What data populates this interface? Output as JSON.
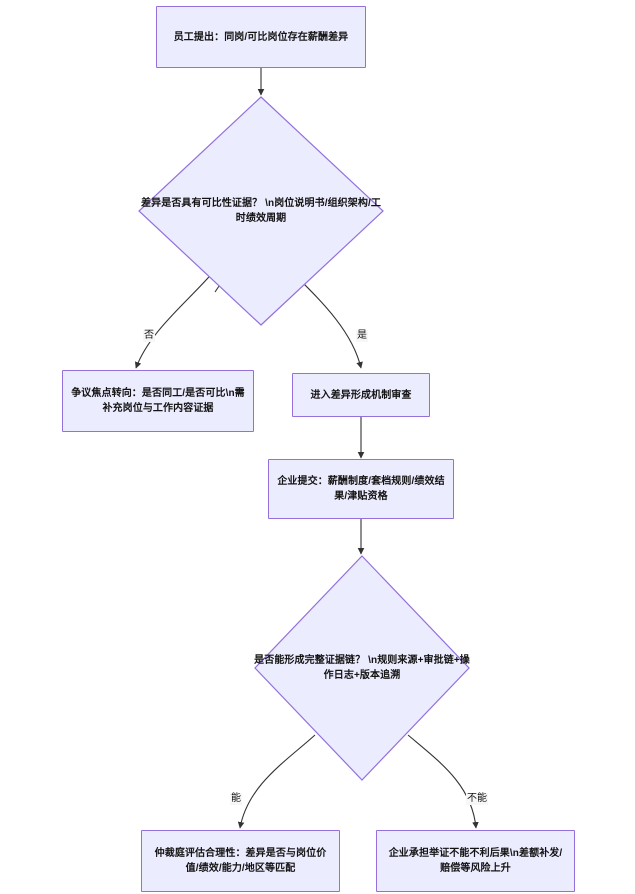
{
  "diagram": {
    "type": "flowchart",
    "direction": "top-down",
    "theme": {
      "node_fill": "#ECECFF",
      "node_border": "#9370DB",
      "edge_color": "#333333",
      "text_color": "#131313",
      "background": "#FFFFFF"
    },
    "nodes": [
      {
        "id": "n1",
        "shape": "rect",
        "label": "员工提出：同岗/可比岗位存在薪酬差异"
      },
      {
        "id": "n2",
        "shape": "diamond",
        "label": "差异是否具有可比性证据？ \\n岗位说明书/组织架构/工时绩效周期"
      },
      {
        "id": "n3",
        "shape": "rect",
        "label": "争议焦点转向：是否同工/是否可比\\n需补充岗位与工作内容证据"
      },
      {
        "id": "n4",
        "shape": "rect",
        "label": "进入差异形成机制审查"
      },
      {
        "id": "n5",
        "shape": "rect",
        "label": "企业提交：薪酬制度/套档规则/绩效结果/津贴资格"
      },
      {
        "id": "n6",
        "shape": "diamond",
        "label": "是否能形成完整证据链？ \\n规则来源+审批链+操作日志+版本追溯"
      },
      {
        "id": "n7",
        "shape": "rect",
        "label": "仲裁庭评估合理性：差异是否与岗位价值/绩效/能力/地区等匹配"
      },
      {
        "id": "n8",
        "shape": "rect",
        "label": "企业承担举证不能不利后果\\n差额补发/赔偿等风险上升"
      }
    ],
    "edges": [
      {
        "id": "e1",
        "from": "n1",
        "to": "n2",
        "label": ""
      },
      {
        "id": "e2",
        "from": "n2",
        "to": "n3",
        "label": "否"
      },
      {
        "id": "e3",
        "from": "n2",
        "to": "n4",
        "label": "是"
      },
      {
        "id": "e4",
        "from": "n4",
        "to": "n5",
        "label": ""
      },
      {
        "id": "e5",
        "from": "n5",
        "to": "n6",
        "label": ""
      },
      {
        "id": "e6",
        "from": "n6",
        "to": "n7",
        "label": "能"
      },
      {
        "id": "e7",
        "from": "n6",
        "to": "n8",
        "label": "不能"
      }
    ]
  }
}
